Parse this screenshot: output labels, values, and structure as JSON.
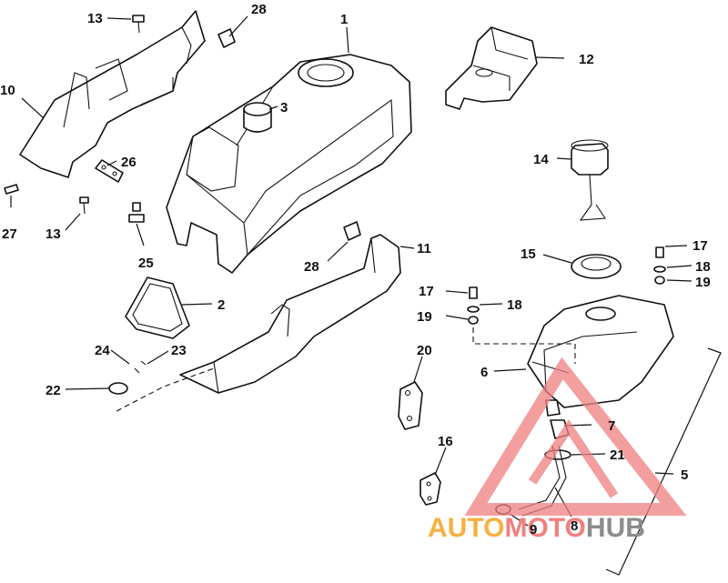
{
  "callouts": {
    "c1": "1",
    "c2": "2",
    "c3": "3",
    "c5": "5",
    "c6": "6",
    "c7": "7",
    "c8": "8",
    "c9": "9",
    "c10": "10",
    "c11": "11",
    "c12": "12",
    "c13a": "13",
    "c13b": "13",
    "c14": "14",
    "c15": "15",
    "c16": "16",
    "c17a": "17",
    "c17b": "17",
    "c18a": "18",
    "c18b": "18",
    "c19a": "19",
    "c19b": "19",
    "c20": "20",
    "c21": "21",
    "c22": "22",
    "c23": "23",
    "c24": "24",
    "c25": "25",
    "c26": "26",
    "c27": "27",
    "c28a": "28",
    "c28b": "28"
  },
  "watermark": {
    "part1": "AUTO",
    "part2": "MOTO",
    "part3": "HUB",
    "color_orange": "#f5b041",
    "color_red": "#f08080",
    "color_gray": "#8c8c8c"
  }
}
